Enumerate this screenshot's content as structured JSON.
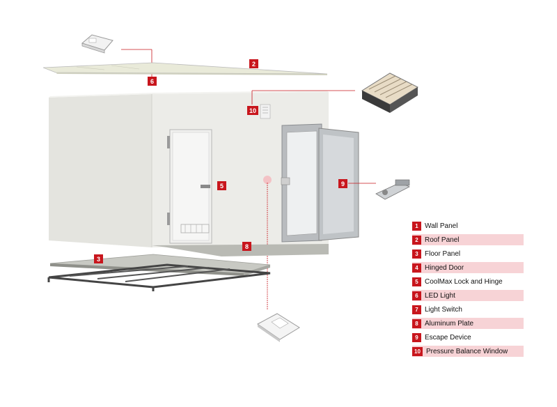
{
  "badges": {
    "b2": "2",
    "b3": "3",
    "b5": "5",
    "b6": "6",
    "b8": "8",
    "b9": "9",
    "b10": "10"
  },
  "legend": [
    {
      "num": "1",
      "label": "Wall Panel",
      "shaded": false
    },
    {
      "num": "2",
      "label": "Roof Panel",
      "shaded": true
    },
    {
      "num": "3",
      "label": "Floor Panel",
      "shaded": false
    },
    {
      "num": "4",
      "label": "Hinged Door",
      "shaded": true
    },
    {
      "num": "5",
      "label": "CoolMax Lock and Hinge",
      "shaded": false
    },
    {
      "num": "6",
      "label": "LED Light",
      "shaded": true
    },
    {
      "num": "7",
      "label": "Light Switch",
      "shaded": false
    },
    {
      "num": "8",
      "label": "Aluminum Plate",
      "shaded": true
    },
    {
      "num": "9",
      "label": "Escape Device",
      "shaded": false
    },
    {
      "num": "10",
      "label": "Pressure Balance Window",
      "shaded": true
    }
  ],
  "colors": {
    "accent": "#c8161d",
    "legend_shade": "#f7d3d6",
    "wall": "#e6e6e1"
  }
}
